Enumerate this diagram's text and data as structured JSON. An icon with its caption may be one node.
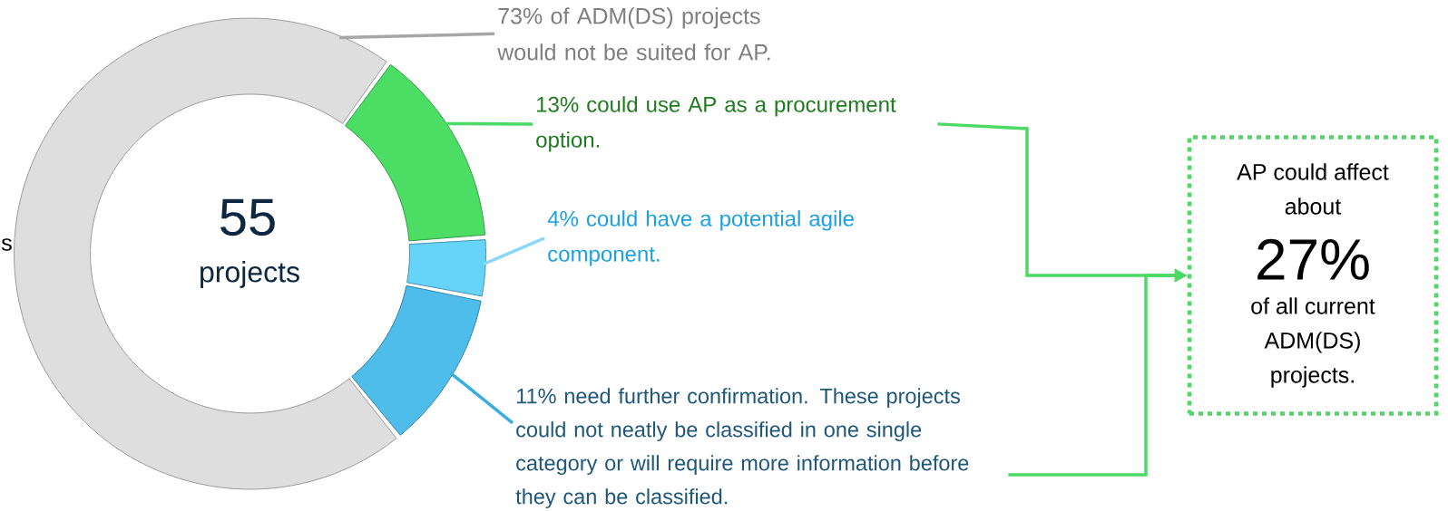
{
  "diagram": {
    "nodes": [
      {
        "text": [
          "73% of ADM(DS) projects would not be suited for AP."
        ]
      },
      {
        "text": [
          "13% could use AP as a procurement option."
        ]
      },
      {
        "text": [
          "4% could have a potential agile component."
        ]
      },
      {
        "text": [
          "11% need further confirmation. These projects could not neatly be classified in one single category or will require more information before they can be classified."
        ]
      },
      {
        "text": [
          "AP could affect about",
          "27%",
          "of all current ADM(DS) projects."
        ]
      },
      {
        "text": [],
        "shape": "segment"
      },
      {
        "text": [],
        "shape": "segment"
      },
      {
        "text": [],
        "shape": "segment"
      },
      {
        "text": [],
        "shape": "segment"
      }
    ],
    "edges": [
      {
        "from": 0,
        "to": 5,
        "arrow": "none",
        "color": "#a6a6a6"
      },
      {
        "from": 1,
        "to": 6,
        "arrow": "none",
        "color": "#4cd964"
      },
      {
        "from": 2,
        "to": 7,
        "arrow": "none",
        "color": "#8ad8f5"
      },
      {
        "from": 3,
        "to": 8,
        "arrow": "none",
        "color": "#3aaee0"
      },
      {
        "from": 1,
        "to": 4,
        "arrow": "to",
        "color": "#4cd964"
      },
      {
        "from": 3,
        "to": 4,
        "arrow": "to",
        "color": "#4cd964"
      }
    ],
    "labels": [
      "55",
      "projects",
      "s"
    ]
  }
}
